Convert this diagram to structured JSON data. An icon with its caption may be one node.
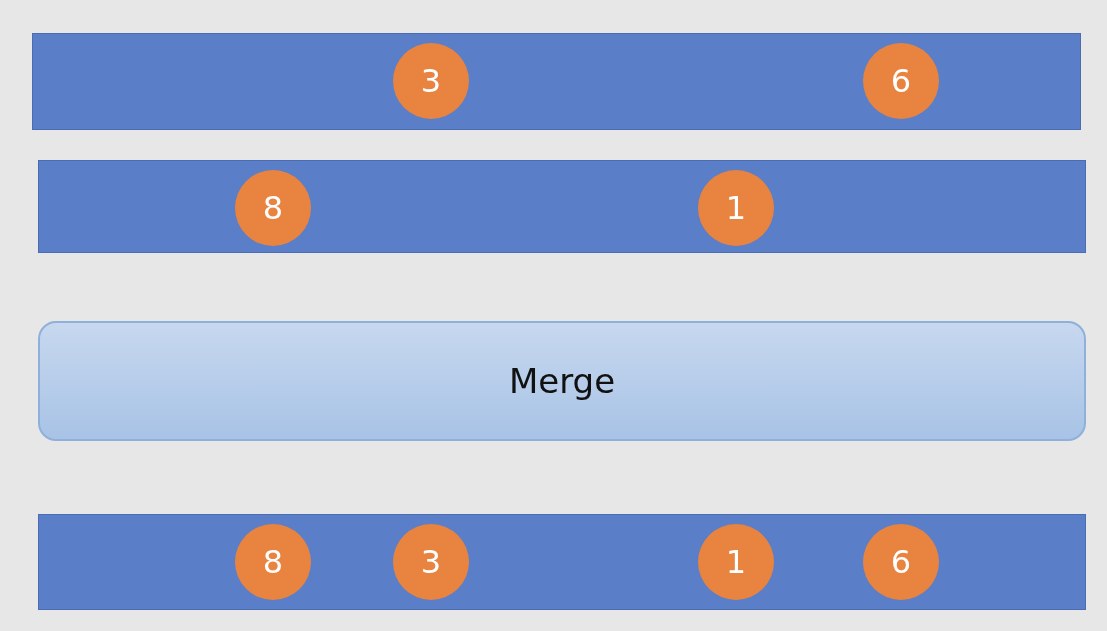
{
  "diagram": {
    "nodes": [
      {
        "text": [],
        "shape": "bar"
      },
      {
        "text": [
          "3"
        ],
        "in": 0
      },
      {
        "text": [
          "6"
        ],
        "in": 0
      },
      {
        "text": [],
        "shape": "bar"
      },
      {
        "text": [
          "8"
        ],
        "in": 3
      },
      {
        "text": [
          "1"
        ],
        "in": 3
      },
      {
        "text": [
          "Merge"
        ]
      },
      {
        "text": [],
        "shape": "bar"
      },
      {
        "text": [
          "8"
        ],
        "in": 7
      },
      {
        "text": [
          "3"
        ],
        "in": 7
      },
      {
        "text": [
          "1"
        ],
        "in": 7
      },
      {
        "text": [
          "6"
        ],
        "in": 7
      }
    ]
  }
}
